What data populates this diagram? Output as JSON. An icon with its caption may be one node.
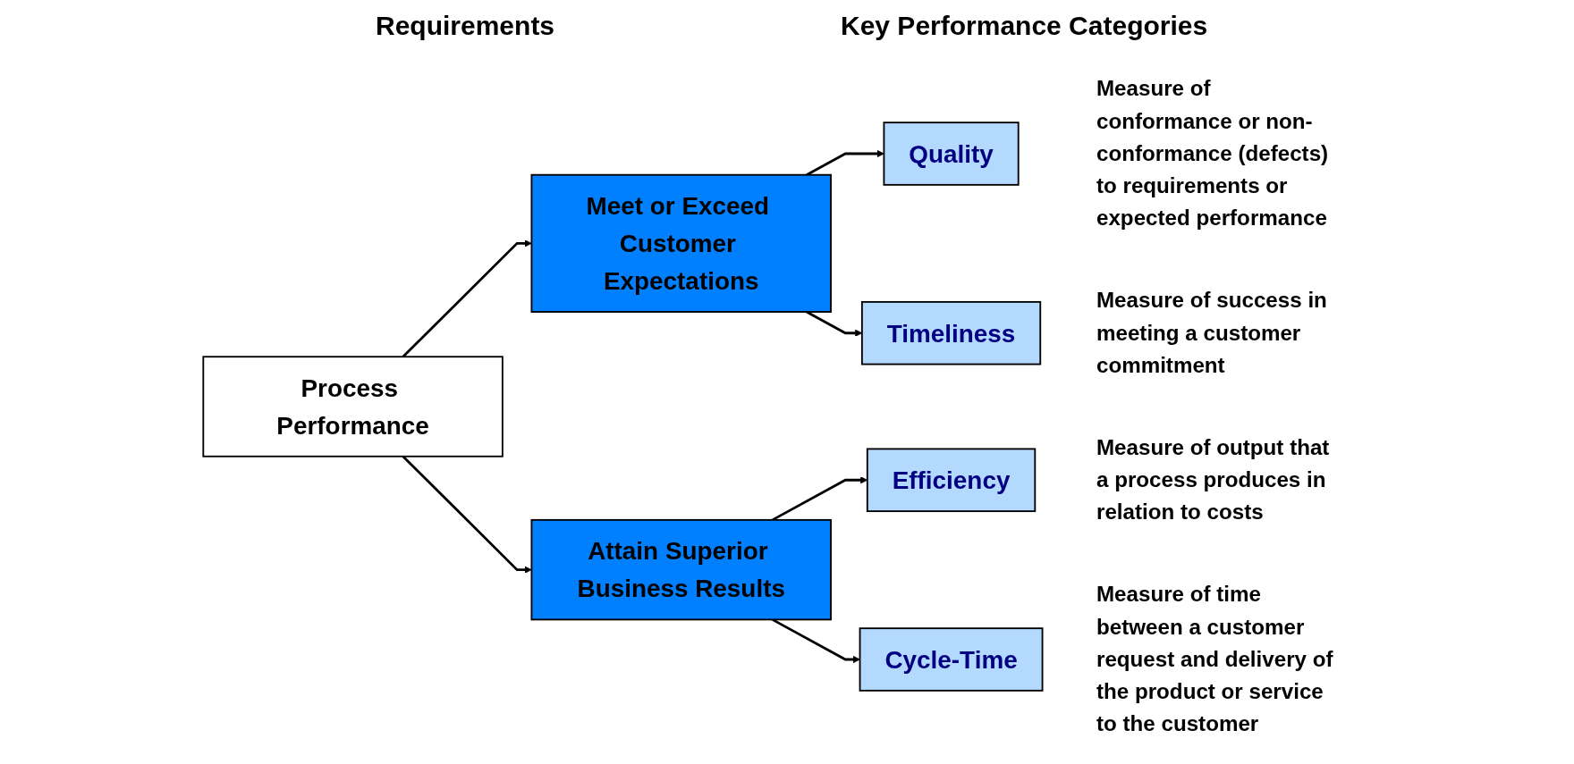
{
  "diagram": {
    "nodes": [
      {
        "text": [
          "Process Performance"
        ]
      },
      {
        "text": [
          "Meet or Exceed Customer Expectations"
        ]
      },
      {
        "text": [
          "Attain Superior Business Results"
        ]
      },
      {
        "text": [
          "Quality"
        ],
        "beside": [
          "Measure of conformance or non-conformance (defects) to requirements or expected performance"
        ]
      },
      {
        "text": [
          "Timeliness"
        ],
        "beside": [
          "Measure of success in meeting a customer commitment"
        ]
      },
      {
        "text": [
          "Efficiency"
        ],
        "beside": [
          "Measure of output that a process produces in relation to costs"
        ]
      },
      {
        "text": [
          "Cycle-Time"
        ],
        "beside": [
          "Measure of time between a customer request and delivery of the product or service to the customer"
        ]
      }
    ],
    "edges": [
      {
        "from": 0,
        "to": 1,
        "arrow": "to"
      },
      {
        "from": 0,
        "to": 2,
        "arrow": "to"
      },
      {
        "from": 1,
        "to": 3,
        "arrow": "to"
      },
      {
        "from": 1,
        "to": 4,
        "arrow": "to"
      },
      {
        "from": 2,
        "to": 5,
        "arrow": "to"
      },
      {
        "from": 2,
        "to": 6,
        "arrow": "to"
      }
    ],
    "labels": [
      "Requirements",
      "Key Performance Categories"
    ]
  }
}
